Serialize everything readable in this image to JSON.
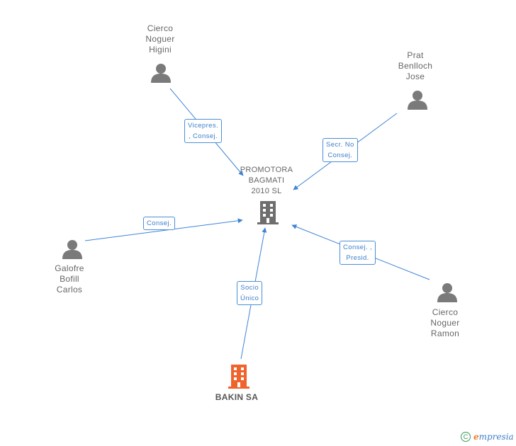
{
  "colors": {
    "edge": "#3e84d6",
    "person_icon": "#7a7a7a",
    "center_building": "#6e6e6e",
    "company_building": "#f0632c"
  },
  "center": {
    "lines": [
      "PROMOTORA",
      "BAGMATI",
      "2010 SL"
    ],
    "icon": "building-icon"
  },
  "people": [
    {
      "id": "cierco-higini",
      "lines": [
        "Cierco",
        "Noguer",
        "Higini"
      ],
      "icon": "person-icon"
    },
    {
      "id": "prat-jose",
      "lines": [
        "Prat",
        "Benlloch",
        "Jose"
      ],
      "icon": "person-icon"
    },
    {
      "id": "galofre-carlos",
      "lines": [
        "Galofre",
        "Bofill",
        "Carlos"
      ],
      "icon": "person-icon"
    },
    {
      "id": "cierco-ramon",
      "lines": [
        "Cierco",
        "Noguer",
        "Ramon"
      ],
      "icon": "person-icon"
    }
  ],
  "company": {
    "label": "BAKIN SA",
    "icon": "building-icon"
  },
  "edges": [
    {
      "from": "cierco-higini",
      "lines": [
        "Vicepres.",
        ", Consej."
      ]
    },
    {
      "from": "prat-jose",
      "lines": [
        "Secr.  No",
        "Consej."
      ]
    },
    {
      "from": "galofre-carlos",
      "lines": [
        "Consej."
      ]
    },
    {
      "from": "cierco-ramon",
      "lines": [
        "Consej. ,",
        "Presid."
      ]
    },
    {
      "from": "bakin",
      "lines": [
        "Socio",
        "Único"
      ]
    }
  ],
  "footer": {
    "copyright_symbol": "C",
    "brand_first": "e",
    "brand_rest": "mpresia"
  }
}
